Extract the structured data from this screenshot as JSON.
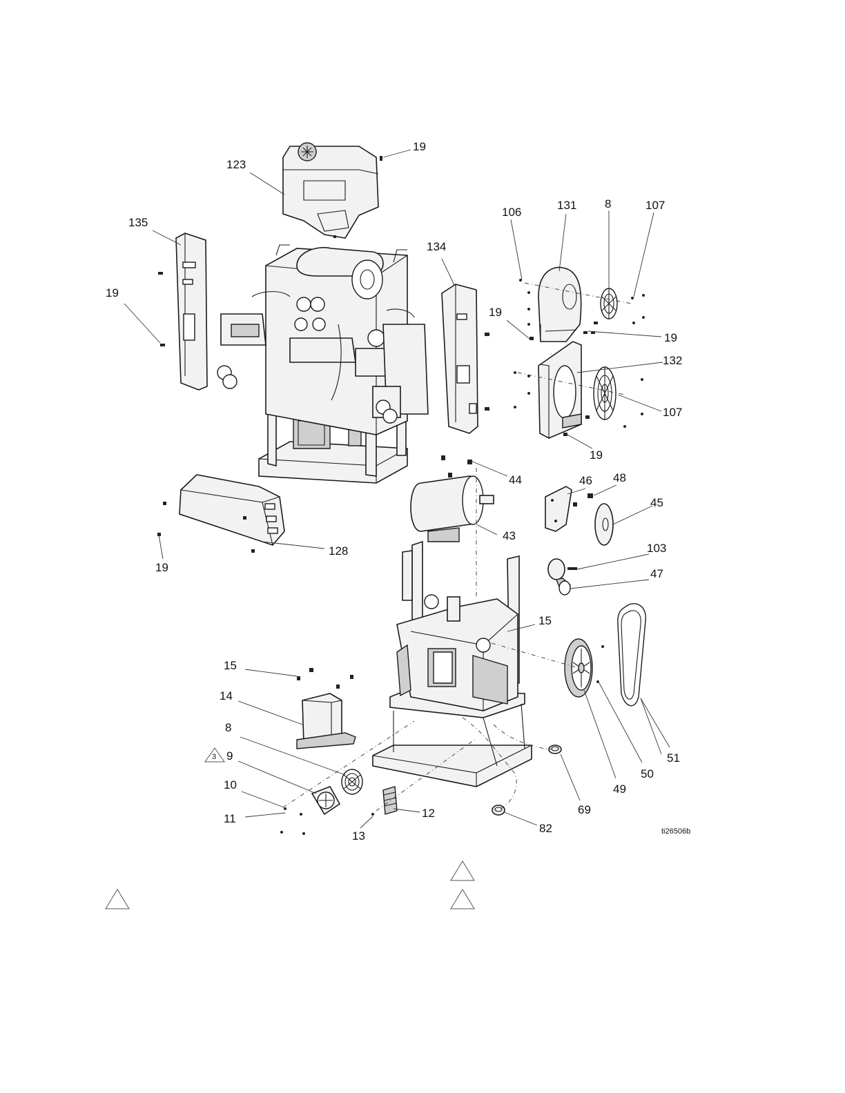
{
  "callouts": {
    "c123": "123",
    "c19_top": "19",
    "c135": "135",
    "c19_left": "19",
    "c134": "134",
    "c106": "106",
    "c131": "131",
    "c8_top": "8",
    "c107_top": "107",
    "c19_mid": "19",
    "c19_right": "19",
    "c132": "132",
    "c107_mid": "107",
    "c19_bracket": "19",
    "c44": "44",
    "c46": "46",
    "c48": "48",
    "c45": "45",
    "c43": "43",
    "c128": "128",
    "c19_cover": "19",
    "c103": "103",
    "c47": "47",
    "c15_frame": "15",
    "c15_left": "15",
    "c14": "14",
    "c8_bottom": "8",
    "c9": "9",
    "c9_note": "3",
    "c10": "10",
    "c11": "11",
    "c12": "12",
    "c13": "13",
    "c82": "82",
    "c69": "69",
    "c49": "49",
    "c50": "50",
    "c51": "51"
  },
  "figure_id": "ti26506b"
}
